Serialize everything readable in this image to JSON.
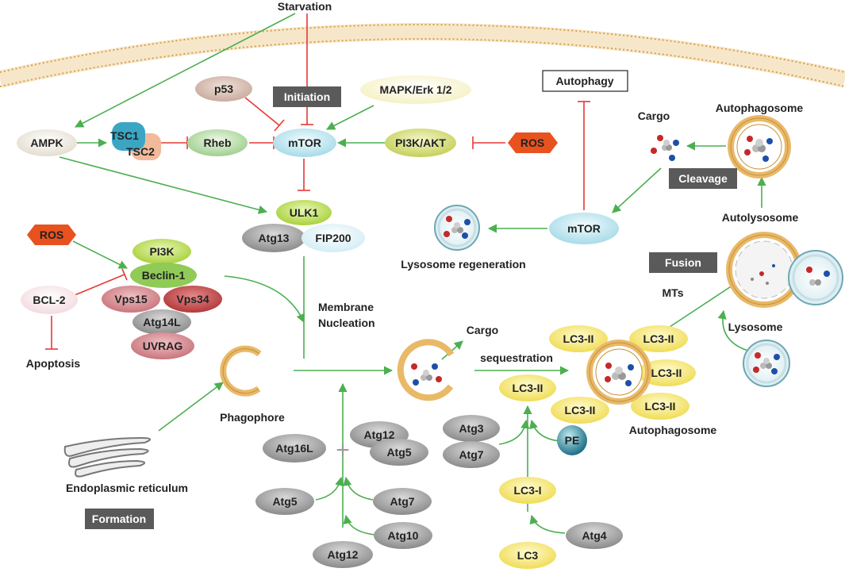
{
  "labels": {
    "starvation": "Starvation",
    "initiation": "Initiation",
    "p53": "p53",
    "mapk": "MAPK/Erk 1/2",
    "autophagy": "Autophagy",
    "ampk": "AMPK",
    "tsc1": "TSC1",
    "tsc2": "TSC2",
    "rheb": "Rheb",
    "mtor_top": "mTOR",
    "pi3k_akt": "PI3K/AKT",
    "ros_top": "ROS",
    "cargo_top": "Cargo",
    "autophagosome_top": "Autophagosome",
    "cleavage": "Cleavage",
    "ulk1": "ULK1",
    "atg13": "Atg13",
    "fip200": "FIP200",
    "mtor_mid": "mTOR",
    "lysosome_regen": "Lysosome regeneration",
    "autolysosome": "Autolysosome",
    "ros_left": "ROS",
    "pi3k": "PI3K",
    "beclin1": "Beclin-1",
    "bcl2": "BCL-2",
    "vps15": "Vps15",
    "vps34": "Vps34",
    "atg14l": "Atg14L",
    "uvrag": "UVRAG",
    "apoptosis": "Apoptosis",
    "membrane1": "Membrane",
    "membrane2": "Nucleation",
    "fusion": "Fusion",
    "mts": "MTs",
    "lysosome": "Lysosome",
    "cargo_mid": "Cargo",
    "sequestration": "sequestration",
    "lc3ii_a": "LC3-II",
    "lc3ii_b": "LC3-II",
    "lc3ii_c": "LC3-II",
    "lc3ii_d": "LC3-II",
    "lc3ii_e": "LC3-II",
    "lc3ii_f": "LC3-II",
    "phagophore": "Phagophore",
    "atg12_a": "Atg12",
    "atg5_a": "Atg5",
    "atg16l": "Atg16L",
    "atg3": "Atg3",
    "atg7_a": "Atg7",
    "pe": "PE",
    "autophagosome_bottom": "Autophagosome",
    "er": "Endoplasmic reticulum",
    "formation": "Formation",
    "atg5_b": "Atg5",
    "atg7_b": "Atg7",
    "atg10": "Atg10",
    "atg12_b": "Atg12",
    "lc3i": "LC3-I",
    "atg4": "Atg4",
    "lc3": "LC3"
  },
  "colors": {
    "activation_arrow": "#4caf50",
    "inhibition_line": "#e53935",
    "stage_box": "#5a5a5a",
    "membrane": "#e9b968",
    "lc3_node": "#f3e27a",
    "atg_node": "#8e8e8e",
    "ros_node": "#e8521f",
    "cargo_red": "#c62828",
    "cargo_blue": "#1e4fa8"
  }
}
